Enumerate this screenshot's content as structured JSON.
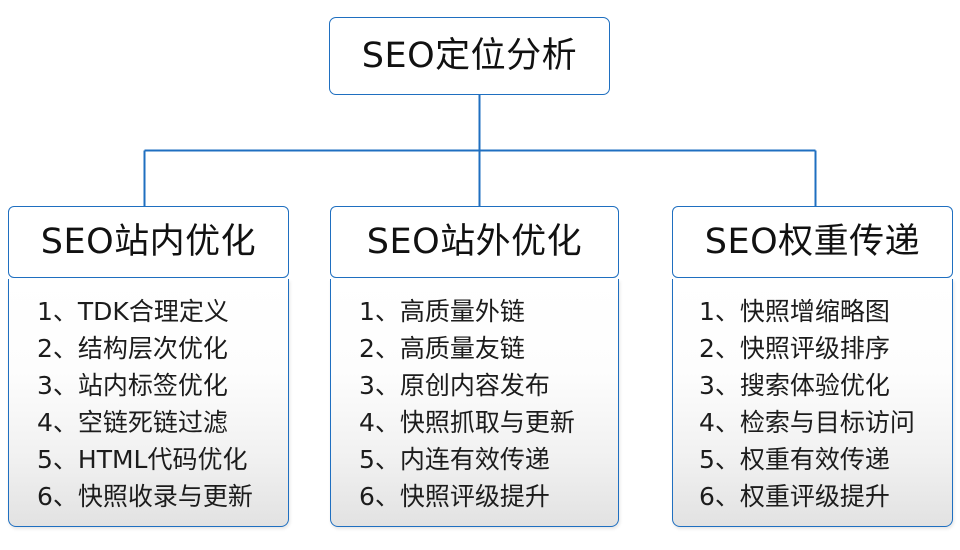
{
  "diagram": {
    "type": "tree",
    "root": {
      "label": "SEO定位分析"
    },
    "branches": [
      {
        "header": "SEO站内优化",
        "items": [
          {
            "index": "1、",
            "text": "TDK合理定义"
          },
          {
            "index": "2、",
            "text": "结构层次优化"
          },
          {
            "index": "3、",
            "text": "站内标签优化"
          },
          {
            "index": "4、",
            "text": "空链死链过滤"
          },
          {
            "index": "5、",
            "text": "HTML代码优化"
          },
          {
            "index": "6、",
            "text": "快照收录与更新"
          }
        ]
      },
      {
        "header": "SEO站外优化",
        "items": [
          {
            "index": "1、",
            "text": "高质量外链"
          },
          {
            "index": "2、",
            "text": "高质量友链"
          },
          {
            "index": "3、",
            "text": "原创内容发布"
          },
          {
            "index": "4、",
            "text": "快照抓取与更新"
          },
          {
            "index": "5、",
            "text": "内连有效传递"
          },
          {
            "index": "6、",
            "text": "快照评级提升"
          }
        ]
      },
      {
        "header": "SEO权重传递",
        "items": [
          {
            "index": "1、",
            "text": "快照增缩略图"
          },
          {
            "index": "2、",
            "text": "快照评级排序"
          },
          {
            "index": "3、",
            "text": "搜索体验优化"
          },
          {
            "index": "4、",
            "text": "检索与目标访问"
          },
          {
            "index": "5、",
            "text": "权重有效传递"
          },
          {
            "index": "6、",
            "text": "权重评级提升"
          }
        ]
      }
    ],
    "colors": {
      "border": "#1f6fc0",
      "connector": "#1f6fc0",
      "box_fill": "#ffffff",
      "panel_fill_top": "#ffffff",
      "panel_fill_bottom": "#e2e2e2",
      "text": "#111111",
      "background": "#ffffff"
    }
  }
}
